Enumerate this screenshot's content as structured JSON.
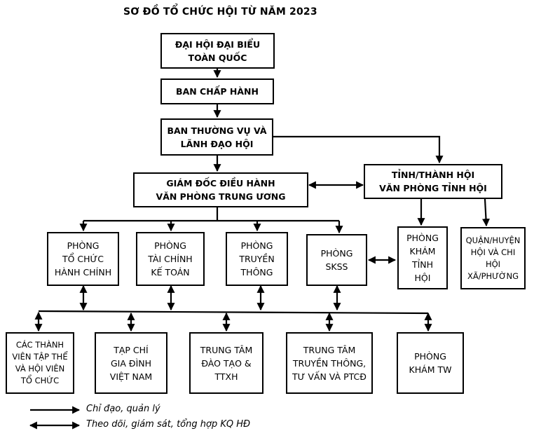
{
  "title": "SƠ ĐỒ TỔ CHỨC HỘI TỪ NĂM 2023",
  "nodes": {
    "dai_hoi": [
      "ĐẠI HỘI ĐẠI BIỂU",
      "TOÀN QUỐC"
    ],
    "ban_chap_hanh": [
      "BAN CHẤP HÀNH"
    ],
    "ban_thuong_vu": [
      "BAN THƯỜNG VỤ VÀ",
      "LÃNH ĐẠO HỘI"
    ],
    "giam_doc": [
      "GIÁM ĐỐC ĐIỀU HÀNH",
      "VĂN PHÒNG TRUNG ƯƠNG"
    ],
    "tinh_hoi": [
      "TỈNH/THÀNH HỘI",
      "VĂN PHÒNG TỈNH HỘI"
    ],
    "phong_tchc": [
      "PHÒNG",
      "TỔ CHỨC",
      "HÀNH CHÍNH"
    ],
    "phong_tckt": [
      "PHÒNG",
      "TÀI CHÍNH",
      "KẾ TOÁN"
    ],
    "phong_tt": [
      "PHÒNG",
      "TRUYỀN",
      "THÔNG"
    ],
    "phong_skss": [
      "PHÒNG",
      "SKSS"
    ],
    "phong_kham_tinh": [
      "PHÒNG",
      "KHÁM",
      "TỈNH",
      "HỘI"
    ],
    "quan_huyen": [
      "QUẬN/HUYỆN",
      "HỘI VÀ CHI",
      "HỘI",
      "XÃ/PHƯỜNG"
    ],
    "thanh_vien": [
      "CÁC THÀNH",
      "VIÊN TẬP THỂ",
      "VÀ HỘI VIÊN",
      "TỔ CHỨC"
    ],
    "tap_chi": [
      "TẠP CHÍ",
      "GIA ĐÌNH",
      "VIỆT NAM"
    ],
    "trung_tam_dt": [
      "TRUNG TÂM",
      "ĐÀO TẠO &",
      "TTXH"
    ],
    "trung_tam_tt": [
      "TRUNG TÂM",
      "TRUYỀN THÔNG,",
      "TƯ VẤN VÀ PTCĐ"
    ],
    "phong_kham_tw": [
      "PHÒNG",
      "KHÁM TW"
    ]
  },
  "legend": {
    "single": "Chỉ đạo, quản lý",
    "double": "Theo dõi, giám sát, tổng hợp KQ HĐ"
  }
}
